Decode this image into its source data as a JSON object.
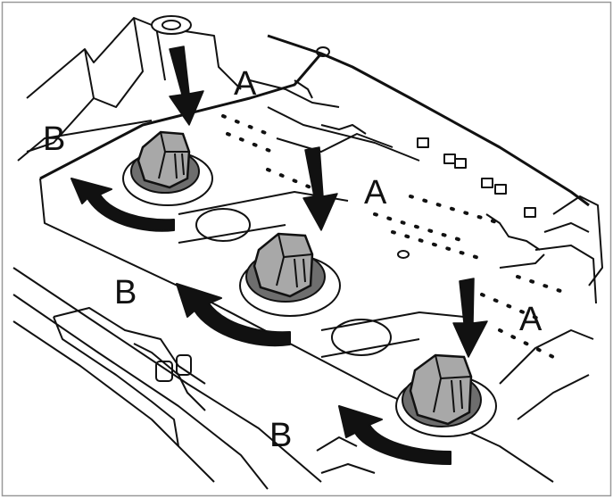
{
  "labels": {
    "a_top": "A",
    "a_middle": "A",
    "a_right": "A",
    "b_top": "B",
    "b_middle": "B",
    "b_bottom": "B"
  },
  "colors": {
    "line": "#111111",
    "knob": "#a8a8a8",
    "knob_base": "#6e6e6e",
    "background": "#ffffff"
  }
}
